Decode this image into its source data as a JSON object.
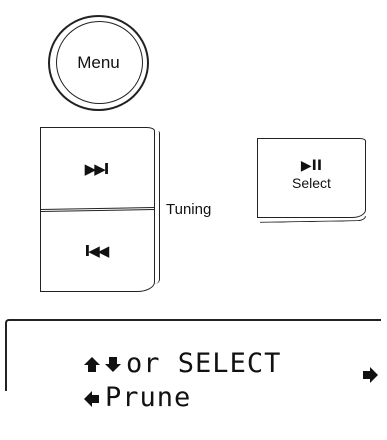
{
  "menu_button": {
    "label": "Menu"
  },
  "tuning": {
    "next_glyph": "▶▶I",
    "prev_glyph": "I◀◀",
    "label": "Tuning",
    "next_icon": "skip-next-icon",
    "prev_icon": "skip-previous-icon"
  },
  "select_button": {
    "glyph": "▶II",
    "label": "Select",
    "icon": "play-pause-icon"
  },
  "lcd": {
    "line1_text": "or SELECT",
    "line2_text": "Prune",
    "line1_icons": [
      "up-arrow-icon",
      "down-arrow-icon"
    ],
    "line2_icons": [
      "left-arrow-icon",
      "right-arrow-icon"
    ]
  },
  "colors": {
    "ink": "#111111",
    "background": "#ffffff"
  }
}
